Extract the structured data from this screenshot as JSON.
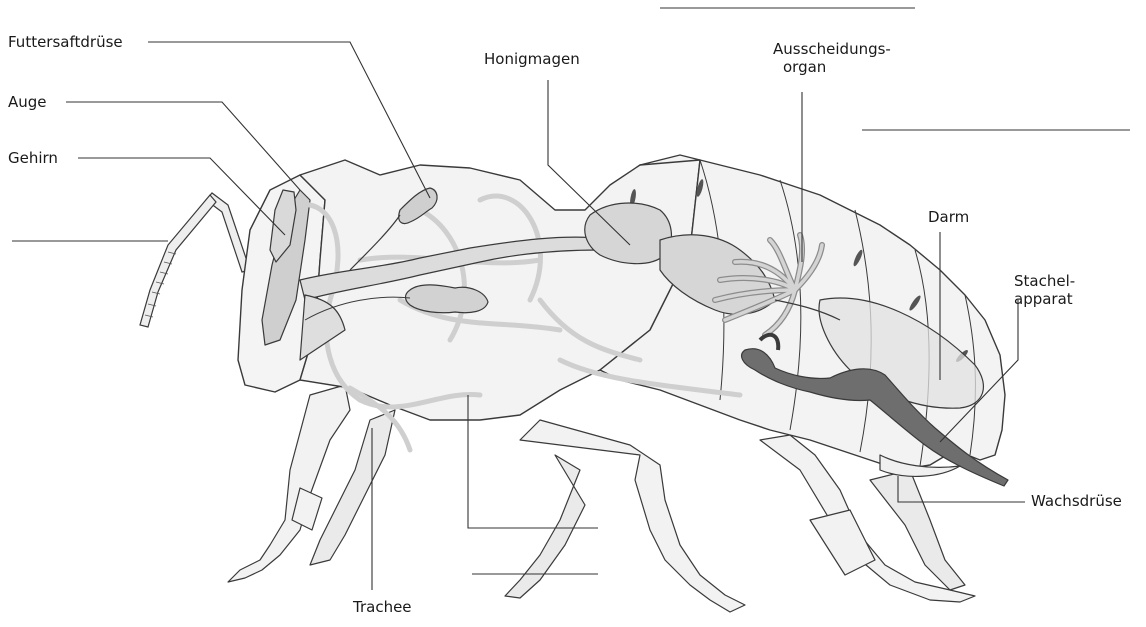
{
  "diagram": {
    "labels": {
      "futtersaftdruese": "Futtersaftdrüse",
      "auge": "Auge",
      "gehirn": "Gehirn",
      "honigmagen": "Honigmagen",
      "ausscheidungsorgan_line1": "Ausscheidungs-",
      "ausscheidungsorgan_line2": "organ",
      "darm": "Darm",
      "stachelapparat_line1": "Stachel-",
      "stachelapparat_line2": "apparat",
      "wachsdruese": "Wachsdrüse",
      "trachee": "Trachee"
    },
    "colors": {
      "outline": "#3a3a3a",
      "body_fill": "#f3f3f3",
      "organ_fill": "#d6d6d6",
      "dark_organ": "#6e6e6e",
      "trachea": "#e8e8e8",
      "leader_line": "#333333"
    }
  }
}
